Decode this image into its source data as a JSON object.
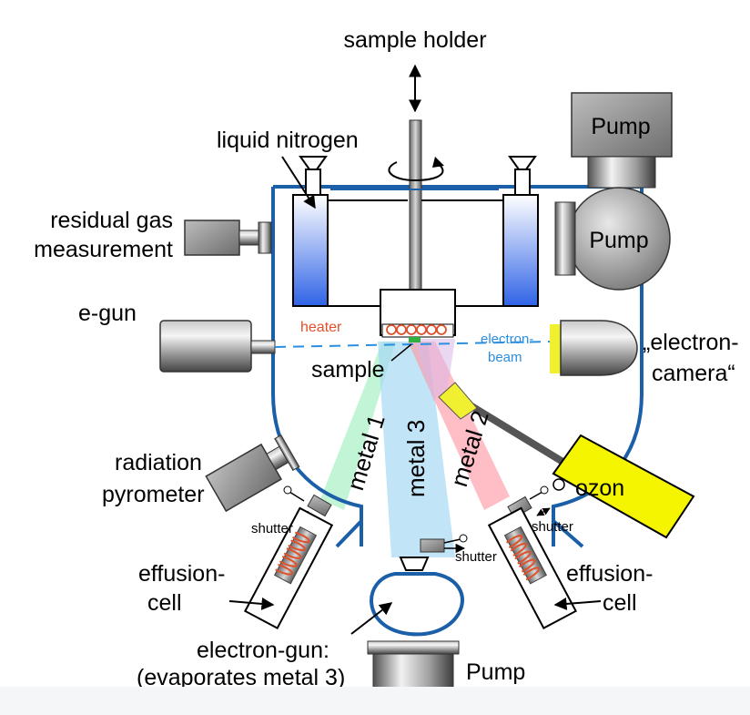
{
  "labels": {
    "sample_holder": "sample holder",
    "liquid_nitrogen": "liquid nitrogen",
    "pump_top": "Pump",
    "pump_right": "Pump",
    "pump_bottom": "Pump",
    "residual_gas_line1": "residual gas",
    "residual_gas_line2": "measurement",
    "e_gun": "e-gun",
    "heater": "heater",
    "sample": "sample",
    "electron_beam_line1": "electron-",
    "electron_beam_line2": "beam",
    "electron_camera_line1": "„electron-",
    "electron_camera_line2": "camera“",
    "radiation_pyrometer_line1": "radiation",
    "radiation_pyrometer_line2": "pyrometer",
    "metal1": "metal 1",
    "metal2": "metal 2",
    "metal3": "metal 3",
    "ozon": "ozon",
    "shutter_left": "shutter",
    "shutter_center": "shutter",
    "shutter_right": "shutter",
    "effusion_left_line1": "effusion-",
    "effusion_left_line2": "cell",
    "effusion_right_line1": "effusion-",
    "effusion_right_line2": "cell",
    "electron_gun_line1": "electron-gun:",
    "electron_gun_line2": "(evaporates metal 3)"
  },
  "colors": {
    "chamber_outline": "#1a5fa8",
    "nitrogen_fill": "#3a6fe0",
    "heater_text": "#e0502a",
    "heater_coil": "#e0502a",
    "electron_beam": "#2a8ee0",
    "camera_window": "#f0f030",
    "ozon_box": "#f5f500",
    "metal1_beam": "#9ff0c0",
    "metal2_beam": "#ff9aa6",
    "metal3_beam": "#a6d8f2",
    "sample": "#30b040"
  }
}
